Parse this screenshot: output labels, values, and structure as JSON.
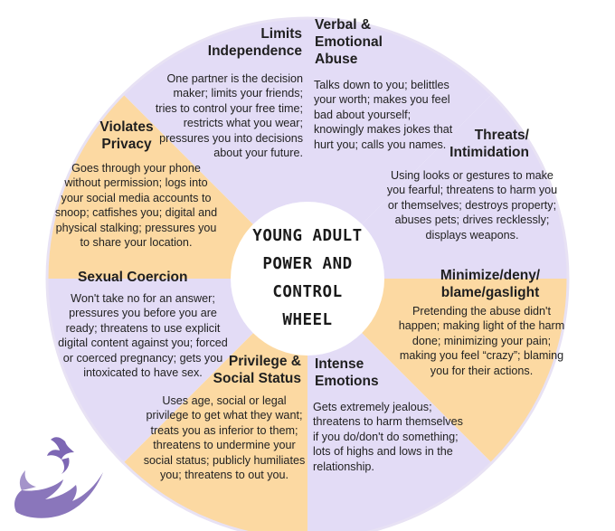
{
  "colors": {
    "purple": "#e3dcf6",
    "peach": "#fcd9a2",
    "outline": "#7a5ca6",
    "hub": "#ffffff",
    "logo": "#7d67b4"
  },
  "center": {
    "title": "YOUNG ADULT POWER AND CONTROL WHEEL"
  },
  "segments": [
    {
      "title": "Verbal & Emotional Abuse",
      "body": "Talks down to you; belittles your worth; makes you feel bad about yourself; knowingly makes jokes that hurt you; calls you names."
    },
    {
      "title": "Threats/ Intimidation",
      "body": "Using looks or gestures to make you fearful; threatens to harm you or themselves; destroys property; abuses pets; drives recklessly; displays weapons."
    },
    {
      "title": "Minimize/deny/ blame/gaslight",
      "body": "Pretending the abuse didn't happen; making light of the harm done; minimizing your pain; making you feel “crazy”; blaming you for their actions."
    },
    {
      "title": "Intense Emotions",
      "body": "Gets extremely jealous; threatens to harm themselves if you do/don't do something; lots of highs and lows in the relationship."
    },
    {
      "title": "Privilege & Social Status",
      "body": "Uses age, social or legal privilege to get what they want; treats you as inferior to them; threatens to undermine your social status; publicly humiliates you; threatens to out you."
    },
    {
      "title": "Sexual Coercion",
      "body": "Won't take no for an answer; pressures you before you are ready; threatens to use explicit digital content against you; forced or coerced pregnancy; gets you intoxicated to have sex."
    },
    {
      "title": "Violates Privacy",
      "body": "Goes through your phone without permission; logs into your social media accounts to snoop; catfishes you; digital and physical stalking; pressures you to share your location."
    },
    {
      "title": "Limits Independence",
      "body": "One partner is the decision maker; limits your friends; tries to control your free time; restricts what you wear; pressures you into decisions about your future."
    }
  ]
}
